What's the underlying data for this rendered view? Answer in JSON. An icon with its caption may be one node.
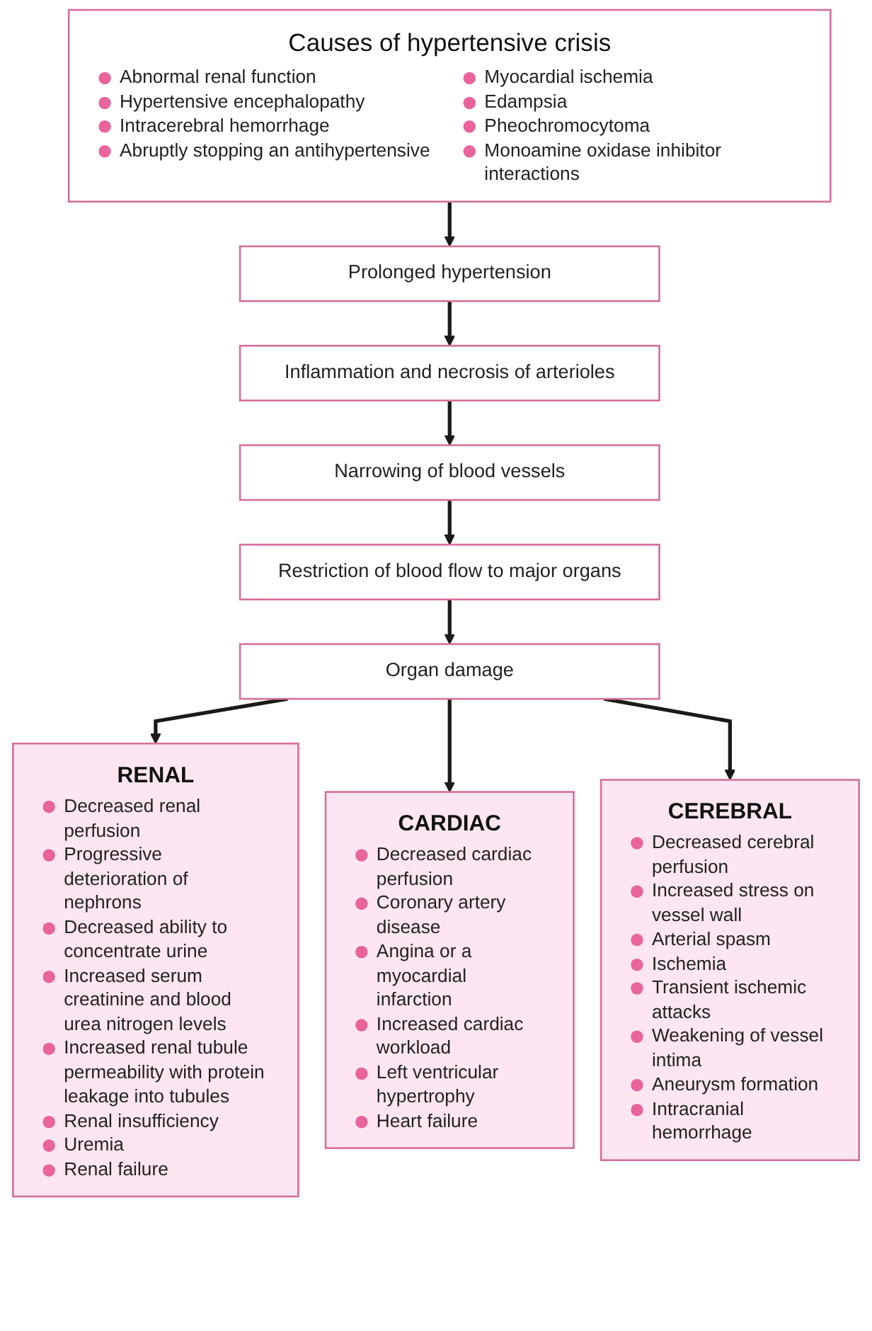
{
  "diagram": {
    "nodes": [
      {
        "text": [
          "Causes of hypertensive crisis",
          "Abnormal renal function",
          "Hypertensive encephalopathy",
          "Intracerebral hemorrhage",
          "Abruptly stopping an antihypertensive",
          "Myocardial ischemia",
          "Edampsia",
          "Pheochromocytoma",
          "Monoamine oxidase inhibitor interactions"
        ]
      },
      {
        "text": [
          "Prolonged hypertension"
        ]
      },
      {
        "text": [
          "Inflammation and necrosis of arterioles"
        ]
      },
      {
        "text": [
          "Narrowing of blood vessels"
        ]
      },
      {
        "text": [
          "Restriction of blood flow to major organs"
        ]
      },
      {
        "text": [
          "Organ damage"
        ]
      },
      {
        "text": [
          "RENAL",
          "Decreased renal perfusion",
          "Progressive deterioration of nephrons",
          "Decreased ability to concentrate urine",
          "Increased serum creatinine and blood urea nitrogen levels",
          "Increased renal tubule permeability with protein leakage into tubules",
          "Renal insufficiency",
          "Uremia",
          "Renal failure"
        ]
      },
      {
        "text": [
          "CARDIAC",
          "Decreased cardiac perfusion",
          "Coronary artery disease",
          "Angina or a myocardial infarction",
          "Increased cardiac workload",
          "Left ventricular hypertrophy",
          "Heart failure"
        ]
      },
      {
        "text": [
          "CEREBRAL",
          "Decreased cerebral perfusion",
          "Increased stress on vessel wall",
          "Arterial spasm",
          "Ischemia",
          "Transient ischemic attacks",
          "Weakening of vessel intima",
          "Aneurysm formation",
          "Intracranial hemorrhage"
        ]
      }
    ],
    "edges": [
      {
        "from": 0,
        "to": 1,
        "arrow": "to"
      },
      {
        "from": 1,
        "to": 2,
        "arrow": "to"
      },
      {
        "from": 2,
        "to": 3,
        "arrow": "to"
      },
      {
        "from": 3,
        "to": 4,
        "arrow": "to"
      },
      {
        "from": 4,
        "to": 5,
        "arrow": "to"
      },
      {
        "from": 5,
        "to": 6,
        "arrow": "to"
      },
      {
        "from": 5,
        "to": 7,
        "arrow": "to"
      },
      {
        "from": 5,
        "to": 8,
        "arrow": "to"
      }
    ]
  }
}
